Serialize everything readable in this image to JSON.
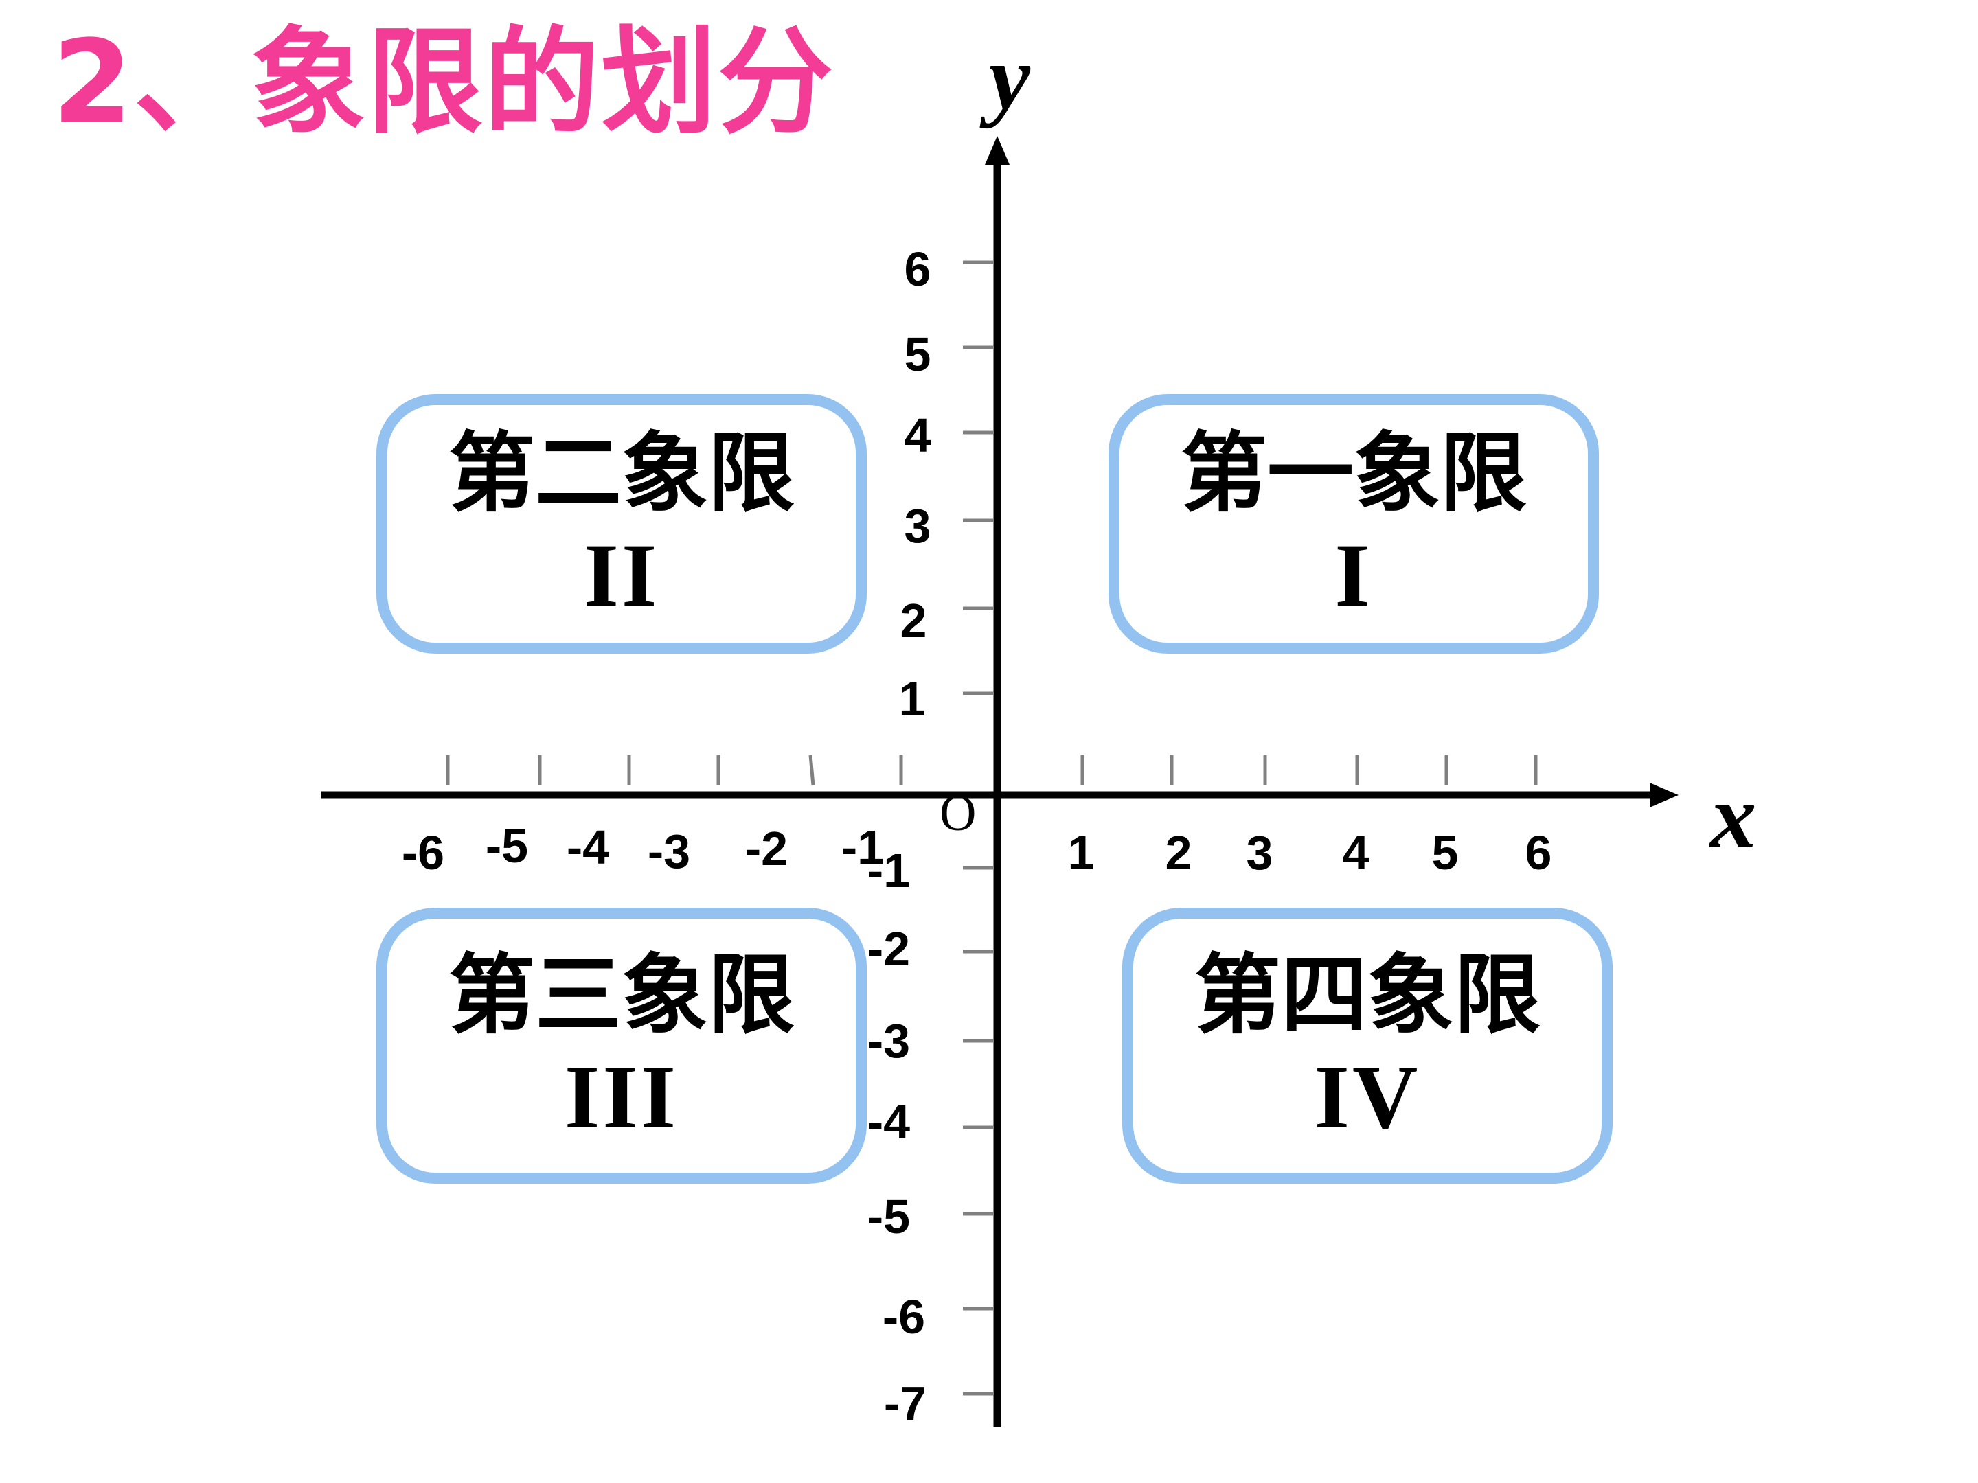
{
  "title": "2、象限的划分",
  "axes": {
    "x_label": "x",
    "y_label": "y",
    "origin_label": "O",
    "x_ticks": [
      "-6",
      "-5",
      "-4",
      "-3",
      "-2",
      "-1",
      "1",
      "2",
      "3",
      "4",
      "5",
      "6"
    ],
    "y_ticks_positive": [
      "6",
      "5",
      "4",
      "3",
      "2",
      "1"
    ],
    "y_ticks_negative": [
      "-1",
      "-2",
      "-3",
      "-4",
      "-5",
      "-6",
      "-7"
    ]
  },
  "quadrants": [
    {
      "name": "第一象限",
      "roman": "I"
    },
    {
      "name": "第二象限",
      "roman": "II"
    },
    {
      "name": "第三象限",
      "roman": "III"
    },
    {
      "name": "第四象限",
      "roman": "IV"
    }
  ],
  "colors": {
    "title": "#f23c96",
    "quadrant_border": "#93c2f1",
    "axis": "#000000",
    "tick": "#808080"
  }
}
